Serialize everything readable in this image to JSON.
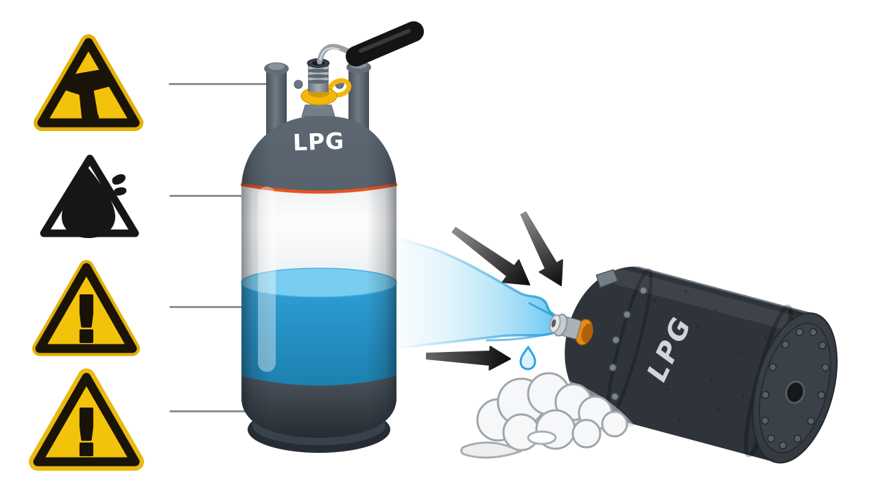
{
  "scene": {
    "title": "LPG cylinder tip-over and leak hazard illustration",
    "background": "#ffffff"
  },
  "warning_signs": [
    {
      "name": "tip-over-warning-sign",
      "shape": "yellow-triangle",
      "glyph": "tilted-arrow-icon",
      "fill": "#f3c30c",
      "border": "#1a1408"
    },
    {
      "name": "leak-warning-sign",
      "shape": "outlined-triangle",
      "glyph": "drop-spray-icon",
      "fill": "#ffffff",
      "border": "#161616"
    },
    {
      "name": "general-hazard-sign-upper",
      "shape": "yellow-triangle",
      "glyph": "exclamation-icon",
      "mark": "!",
      "fill": "#f3c30c",
      "border": "#1a1408"
    },
    {
      "name": "general-hazard-sign-lower",
      "shape": "yellow-triangle",
      "glyph": "exclamation-icon",
      "mark": "!",
      "fill": "#f3c30c",
      "border": "#1a1408"
    }
  ],
  "upright_cylinder": {
    "label": "LPG",
    "shell_color": "#4e5862",
    "window_color": "#f4f6f7",
    "liquid_color": "#2f9fd6",
    "liquid_surface_color": "#79cdf0",
    "fill_limit_line_color": "#e6541c",
    "valve_ring_color": "#f3b70a",
    "handle_grip_color": "#141414"
  },
  "tipped_cylinder": {
    "label": "LPG",
    "shell_color": "#474e56",
    "valve_collar_color": "#e08e12",
    "spray_color": "#49b4e8",
    "vapor_color": "#f6f7f8"
  },
  "callouts": {
    "line_color": "#8b9096",
    "count": 4
  },
  "arrows": {
    "count": 3,
    "color_dark": "#0c0c0c",
    "color_light": "#8d8d8d"
  }
}
